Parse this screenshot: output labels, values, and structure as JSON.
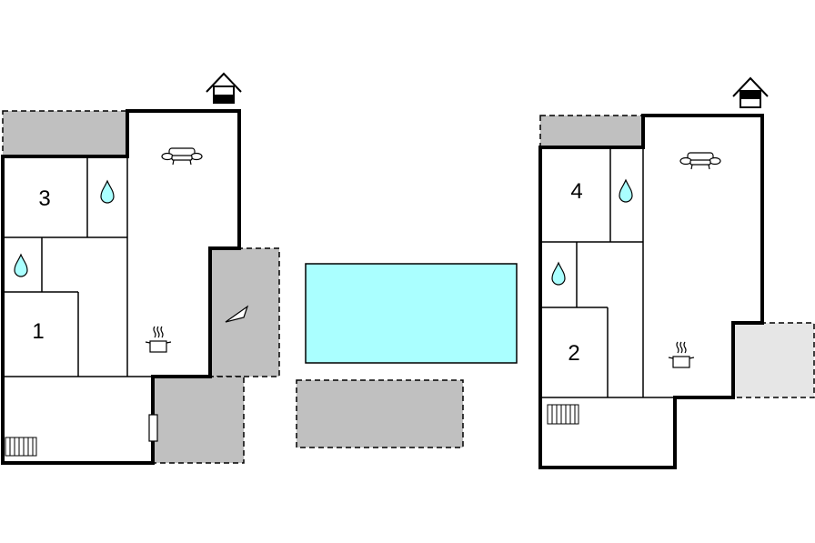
{
  "colors": {
    "wall": "#000000",
    "terrace": "#c0c0c0",
    "terrace_light": "#e6e6e6",
    "pool": "#aaffff",
    "background": "#ffffff"
  },
  "icons": [
    "entrance-icon",
    "sofa-icon",
    "water-drop-icon",
    "cooking-pot-icon",
    "radiator-icon",
    "door-icon",
    "fireplace-icon"
  ],
  "left_house": {
    "rooms": [
      {
        "number": "3"
      },
      {
        "number": "1"
      }
    ]
  },
  "right_house": {
    "rooms": [
      {
        "number": "4"
      },
      {
        "number": "2"
      }
    ]
  }
}
